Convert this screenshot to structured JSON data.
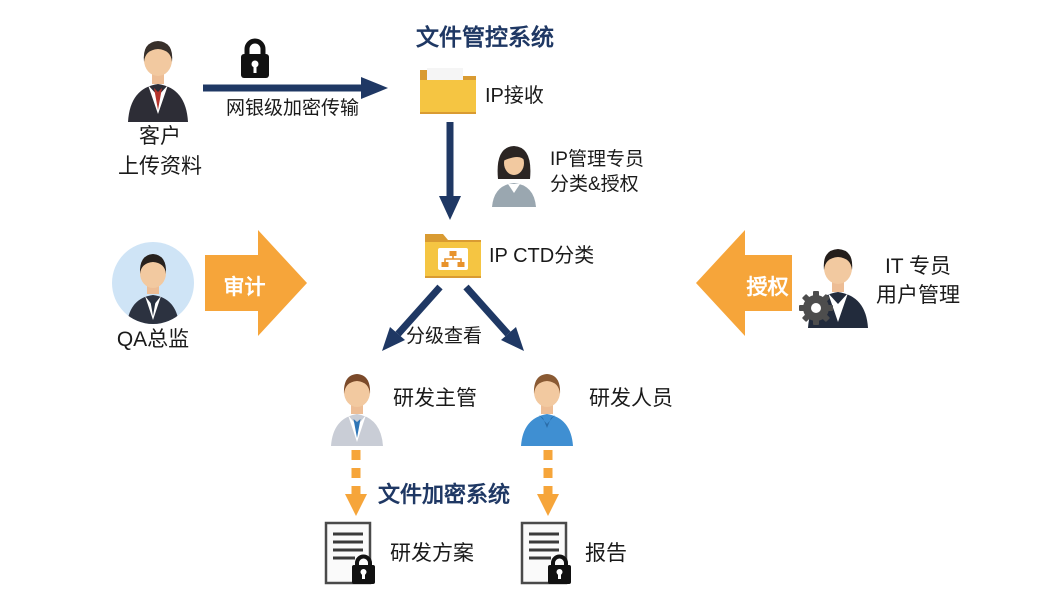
{
  "colors": {
    "navy_arrow": "#1f3864",
    "orange_arrow": "#f6a53a",
    "folder_front": "#f5c542",
    "folder_back": "#d99b32",
    "avatar_bg": "#cfe4f6"
  },
  "titles": {
    "doc_control_system": "文件管控系统",
    "file_encryption_system": "文件加密系统"
  },
  "labels": {
    "customer_line1": "客户",
    "customer_line2": "上传资料",
    "encrypted_transfer": "网银级加密传输",
    "ip_receive": "IP接收",
    "ip_manager_line1": "IP管理专员",
    "ip_manager_line2": "分类&授权",
    "ip_ctd": "IP CTD分类",
    "qa_director": "QA总监",
    "audit": "审计",
    "authorize": "授权",
    "it_line1": "IT 专员",
    "it_line2": "用户管理",
    "tiered_view": "分级查看",
    "rd_supervisor": "研发主管",
    "rd_staff": "研发人员",
    "rd_plan": "研发方案",
    "report": "报告"
  }
}
